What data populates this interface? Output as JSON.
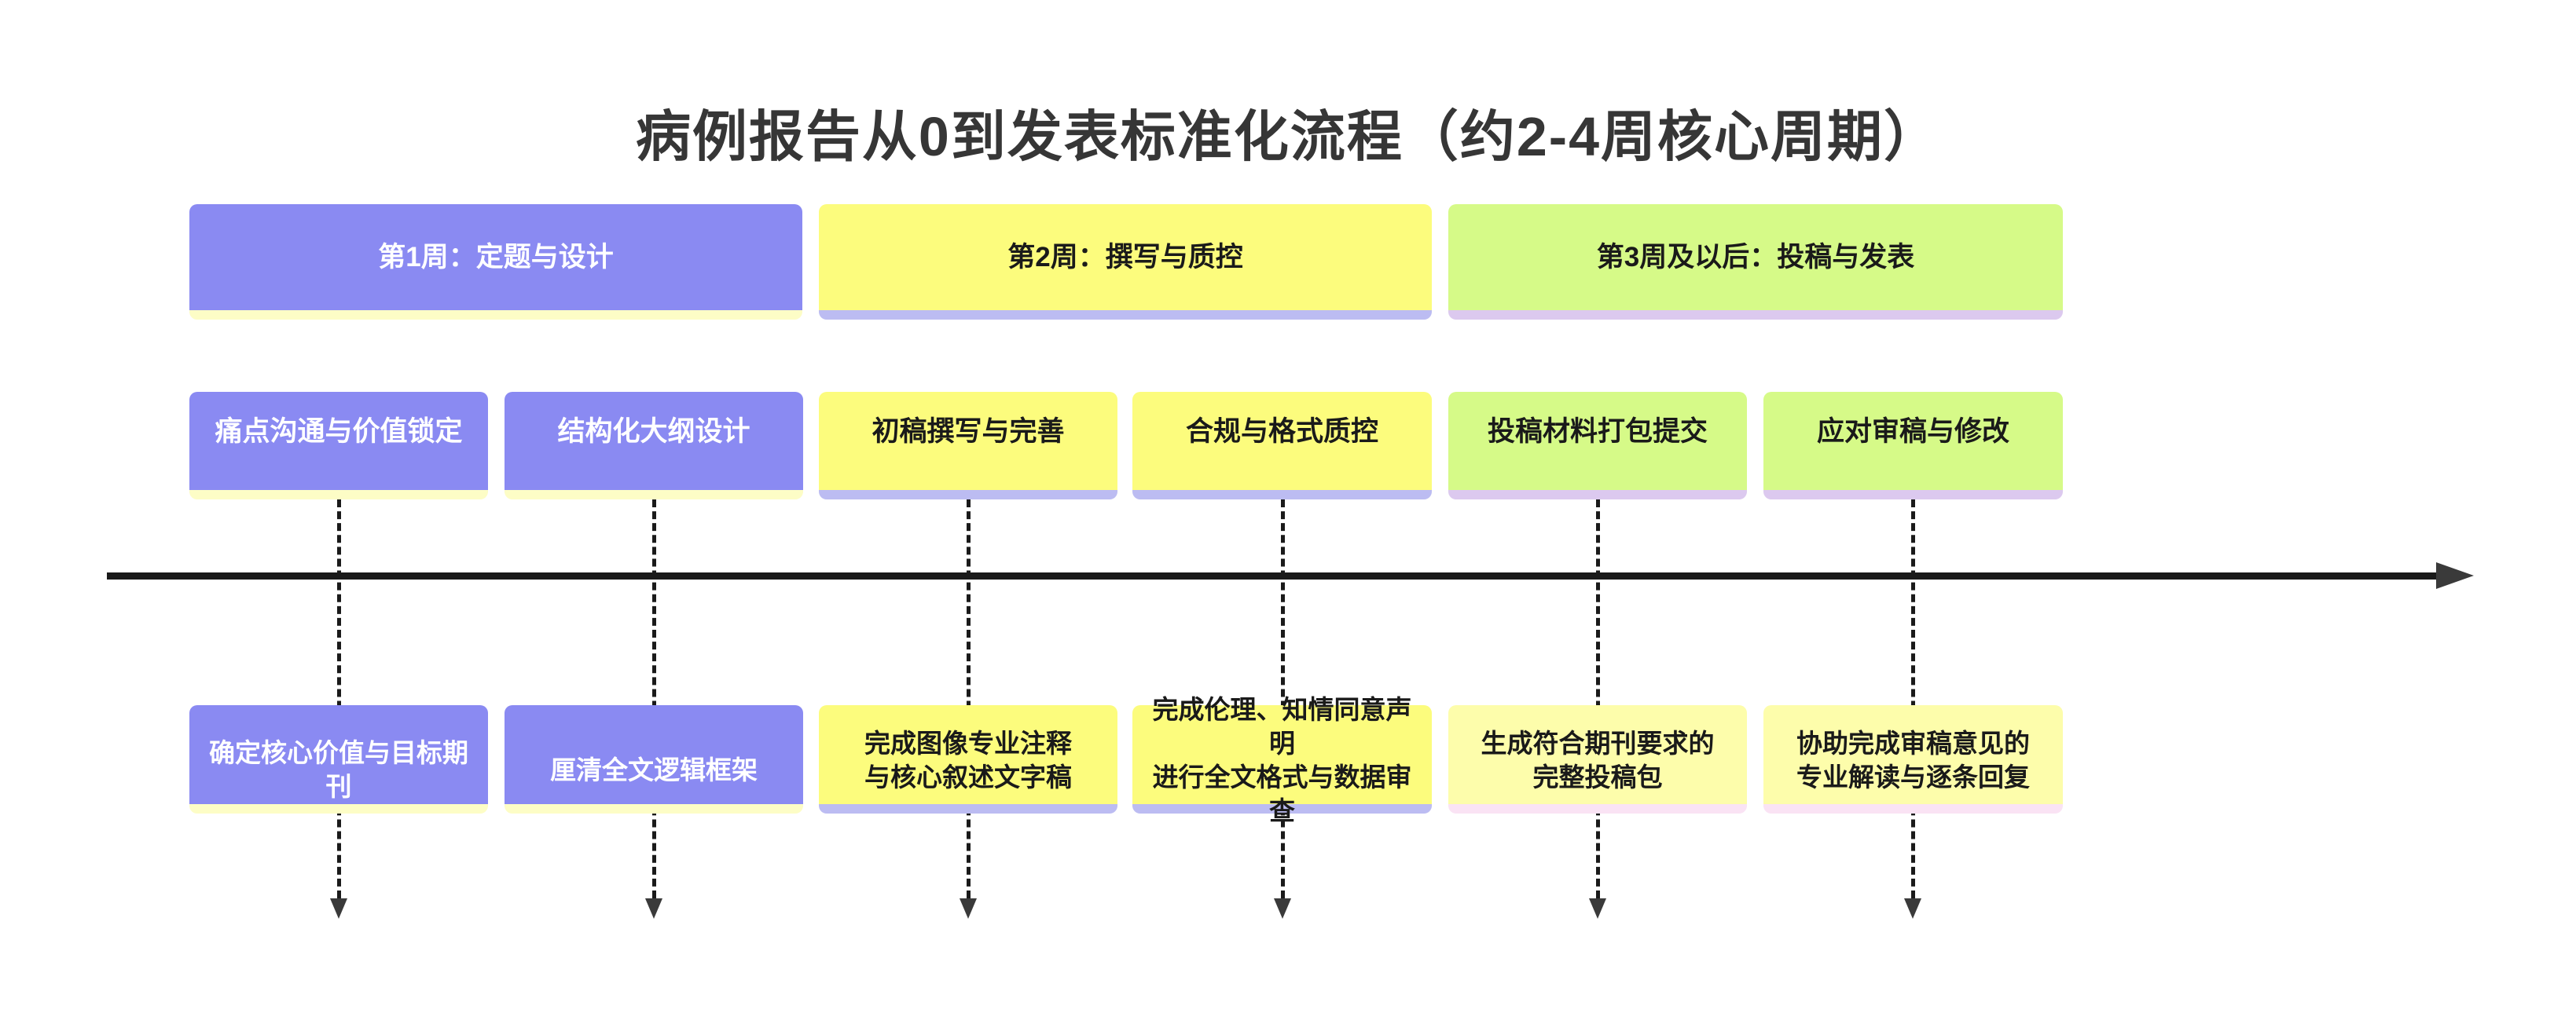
{
  "title": "病例报告从0到发表标准化流程（约2-4周核心周期）",
  "colors": {
    "purple": "#8a8af2",
    "yellow": "#fcfc7d",
    "green": "#d6fa88",
    "pale_yellow": "#fdfdab",
    "strip_cream": "#fdfdc6",
    "strip_periwinkle": "#bcbcf2",
    "strip_lavender": "#dcc9ef",
    "strip_pink": "#fae3f4",
    "timeline": "#1a1a1a",
    "arrowhead": "#3a3a3a",
    "title_text": "#363636"
  },
  "phases": [
    {
      "label": "第1周：定题与设计"
    },
    {
      "label": "第2周：撰写与质控"
    },
    {
      "label": "第3周及以后：投稿与发表"
    }
  ],
  "tasks": [
    {
      "label": "痛点沟通与价值锁定",
      "outcome": "确定核心价值与目标期刊"
    },
    {
      "label": "结构化大纲设计",
      "outcome": "厘清全文逻辑框架"
    },
    {
      "label": "初稿撰写与完善",
      "outcome": "完成图像专业注释\n与核心叙述文字稿"
    },
    {
      "label": "合规与格式质控",
      "outcome": "完成伦理、知情同意声明\n进行全文格式与数据审查"
    },
    {
      "label": "投稿材料打包提交",
      "outcome": "生成符合期刊要求的\n完整投稿包"
    },
    {
      "label": "应对审稿与修改",
      "outcome": "协助完成审稿意见的\n专业解读与逐条回复"
    }
  ]
}
